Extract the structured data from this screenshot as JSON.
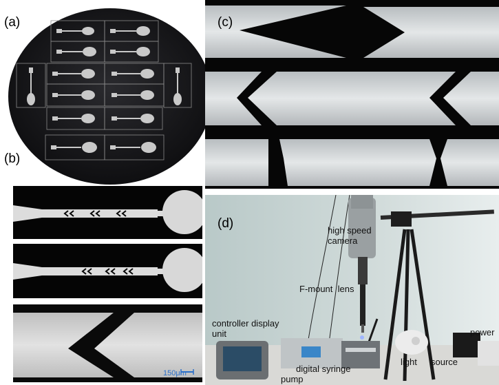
{
  "panels": {
    "a": {
      "label": "(a)"
    },
    "b": {
      "label": "(b)",
      "scale_bar": "150μm"
    },
    "c": {
      "label": "(c)"
    },
    "d": {
      "label": "(d)",
      "annotations": {
        "camera_line1": "high speed",
        "camera_line2": "camera",
        "lens": "F-mount  lens",
        "controller_line1": "controller display",
        "controller_line2": "unit",
        "pump_line1": "digital syringe",
        "pump_line2": "pump",
        "light": "light",
        "source": "source",
        "power": "power"
      }
    }
  },
  "colors": {
    "wafer": "#1a1a1a",
    "channel_fill": "#dcdcdc",
    "channel_bg": "#0a0a0a",
    "lab_wall": "#c7d4d3",
    "scale_bar": "#2a6fc9"
  }
}
